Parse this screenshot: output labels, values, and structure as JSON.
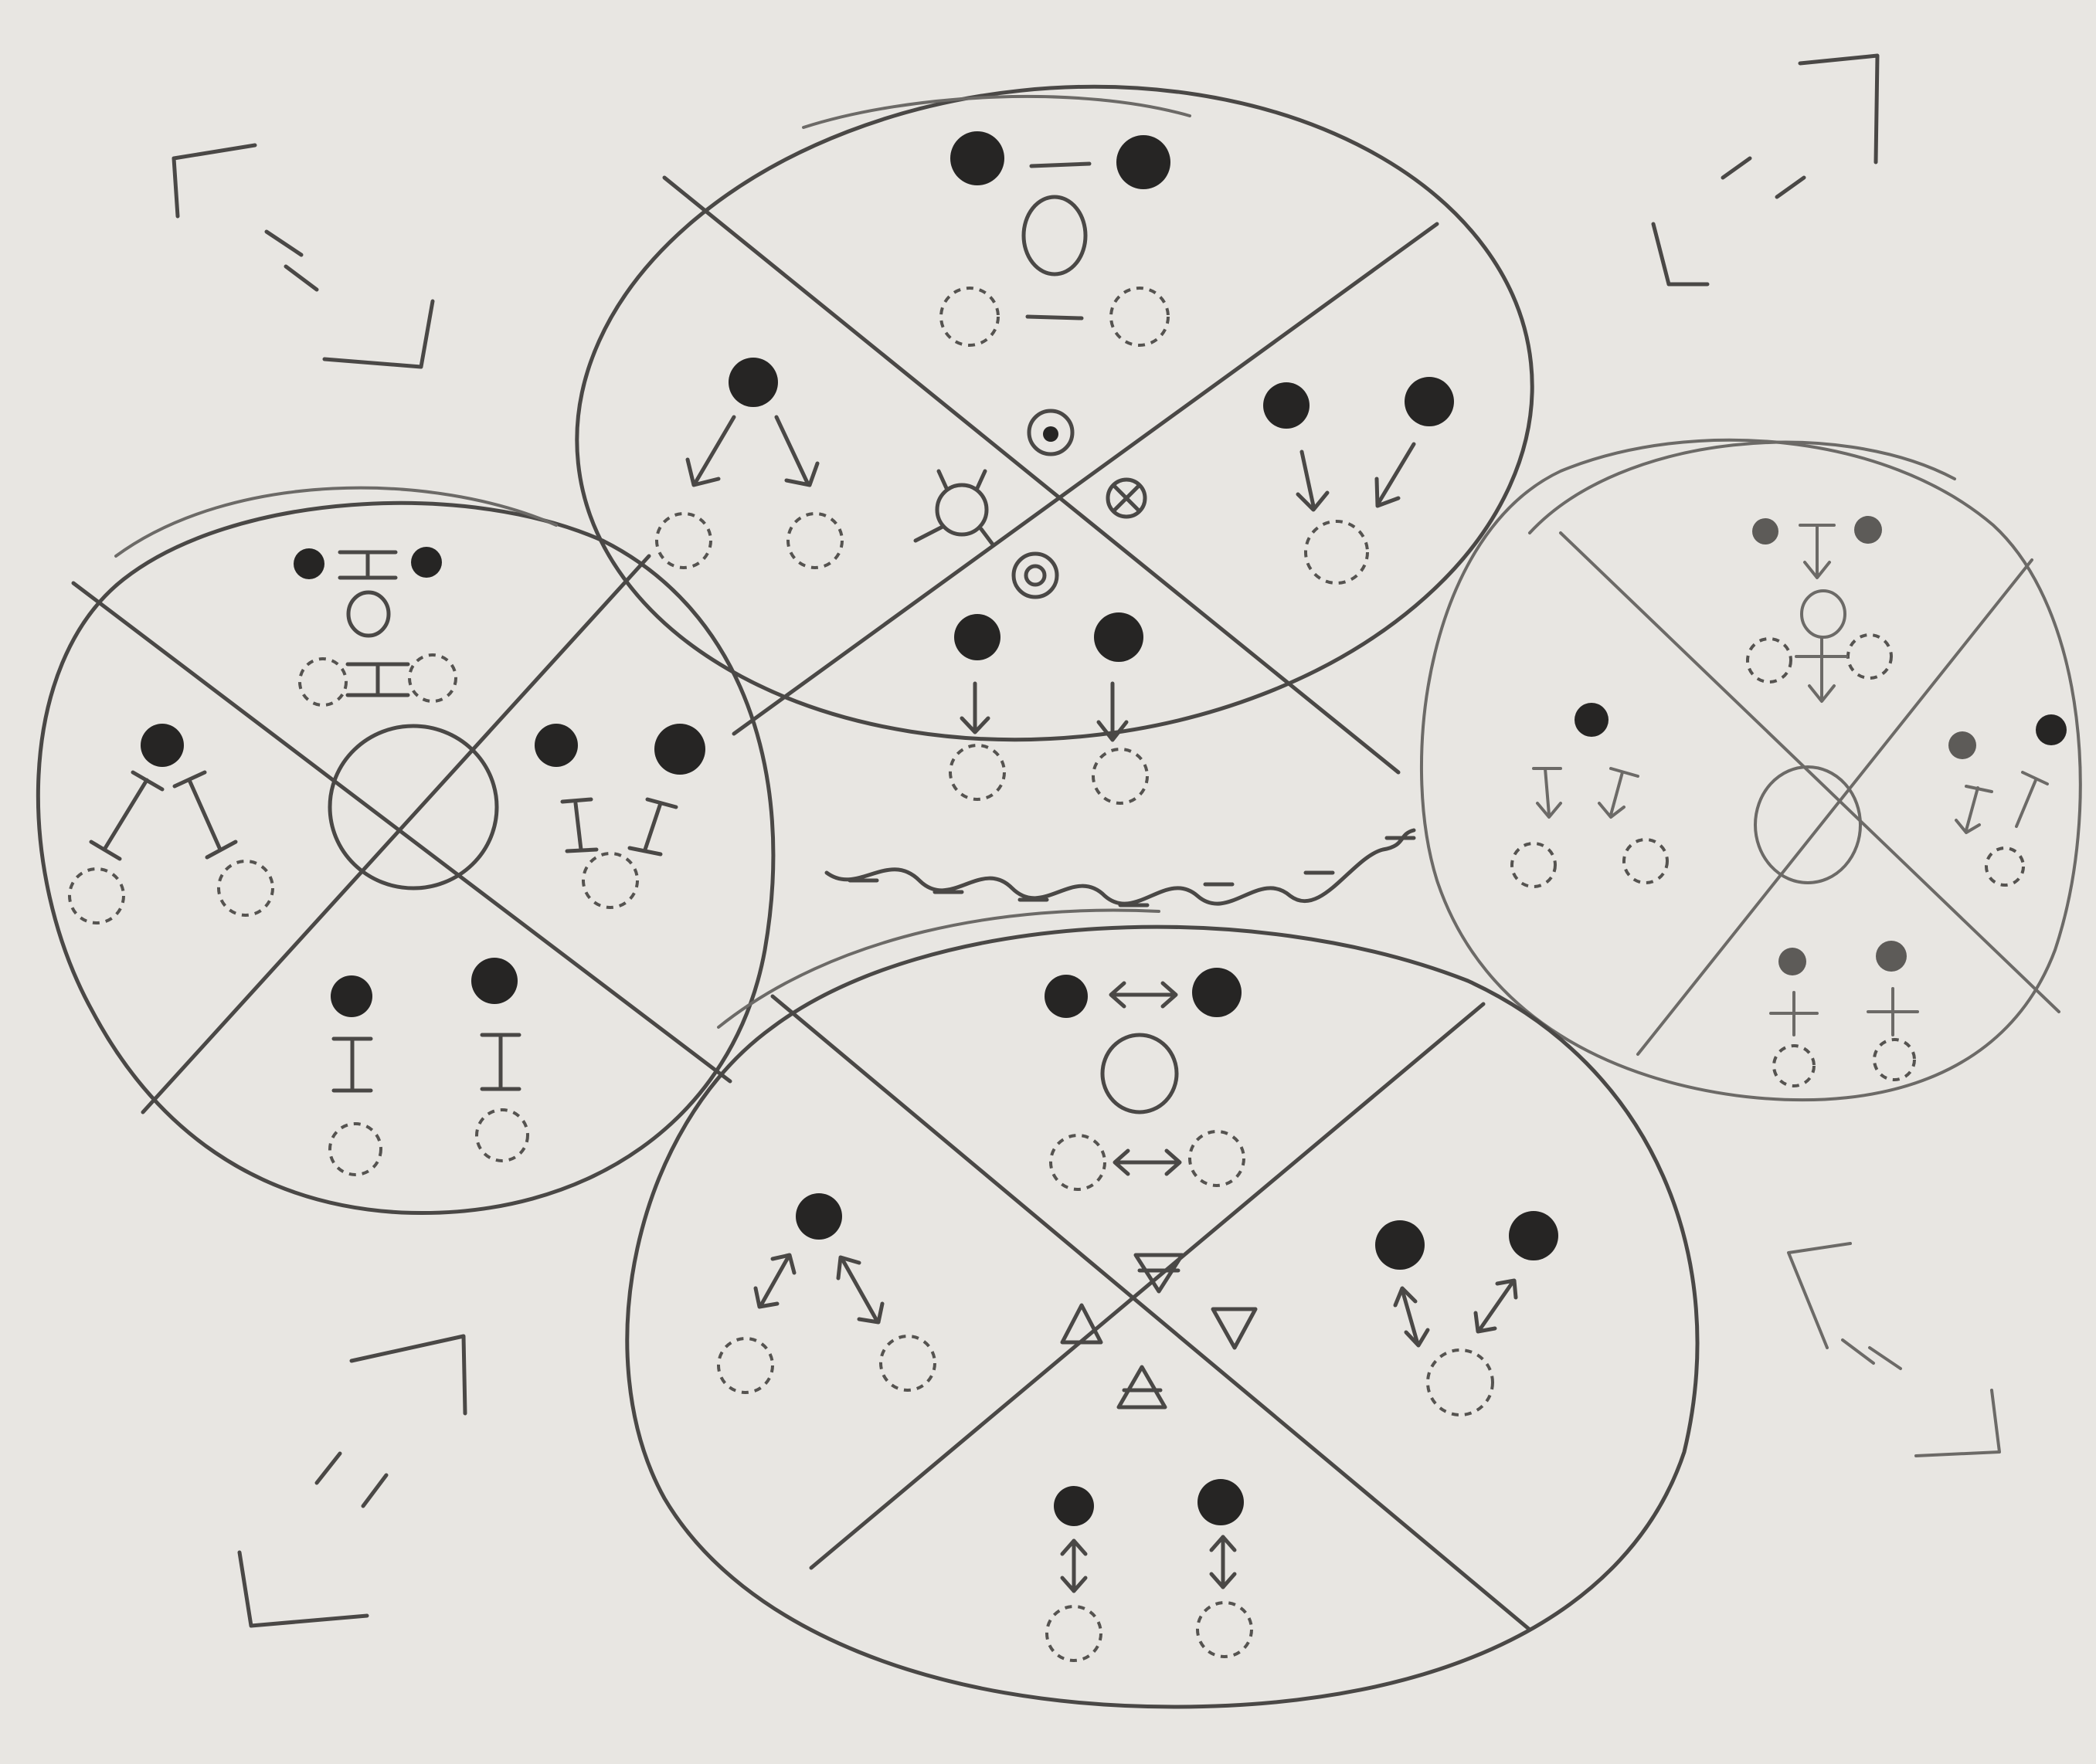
{
  "sheet": {
    "paper_color": "#e8e6e2",
    "ink_color": "#4a4846",
    "dot_color": "#262524"
  },
  "circles": [
    {
      "id": "top",
      "hub_symbols": [
        "dotted-circle-icon",
        "crossed-circle-icon",
        "double-circle-icon",
        "ring-with-spokes-icon"
      ],
      "connector": "arrow"
    },
    {
      "id": "left",
      "hub_symbols": [
        "crossed-circle-icon"
      ],
      "connector": "bar"
    },
    {
      "id": "right",
      "hub_symbols": [
        "crossed-circle-icon"
      ],
      "connector": "bar-with-arrows"
    },
    {
      "id": "bottom",
      "hub_symbols": [
        "triangle-down-barred-icon",
        "triangle-up-icon",
        "triangle-down-icon",
        "triangle-up-barred-icon"
      ],
      "connector": "double-arrow"
    }
  ],
  "corner_brackets": [
    "top-left",
    "top-right",
    "bottom-left",
    "bottom-right"
  ],
  "squiggle": "wavy-line-between-circles"
}
